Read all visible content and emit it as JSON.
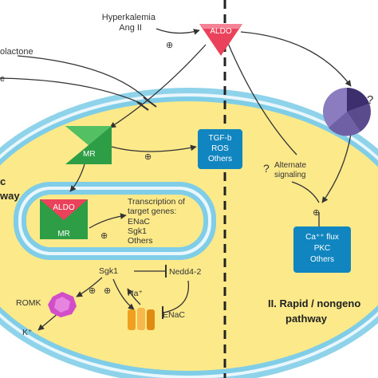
{
  "stimuli": {
    "line1": "Hyperkalemia",
    "line2": "Ang II",
    "left_top": "olactone",
    "left_mid": "e"
  },
  "aldo_label": "ALDO",
  "mr_label": "MR",
  "nuclear_aldo_label": "ALDO",
  "nuclear_mr_label": "MR",
  "plus_symbol": "⊕",
  "tgf_box": {
    "line1": "TGF-b",
    "line2": "ROS",
    "line3": "Others"
  },
  "transcription": {
    "line1": "Transcription of",
    "line2": "target genes:",
    "genes": [
      "ENaC",
      "Sgk1",
      "Others"
    ]
  },
  "alternate": {
    "question": "?",
    "line1": "Alternate",
    "line2": "signaling"
  },
  "receptor_question": "?",
  "ca_box": {
    "line1": "Ca⁺⁺ flux",
    "line2": "PKC",
    "line3": "Others"
  },
  "membrane": {
    "sgk1": "Sgk1",
    "nedd": "Nedd4-2",
    "romk": "ROMK",
    "k_ion": "K⁺",
    "na_ion": "Na⁺",
    "enac": "ENaC"
  },
  "left_pathway": {
    "line1": "c",
    "line2": "way"
  },
  "right_pathway": {
    "line1": "II. Rapid / nongeno",
    "line2": "pathway"
  },
  "colors": {
    "cytoplasm": "#fce98a",
    "membrane": "#7fcde6",
    "aldo": "#e9425a",
    "mr": "#2e9e46",
    "box": "#1185bf",
    "romk": "#d24ec9",
    "enac": "#f0a020",
    "receptor": "#5a4b8c"
  }
}
